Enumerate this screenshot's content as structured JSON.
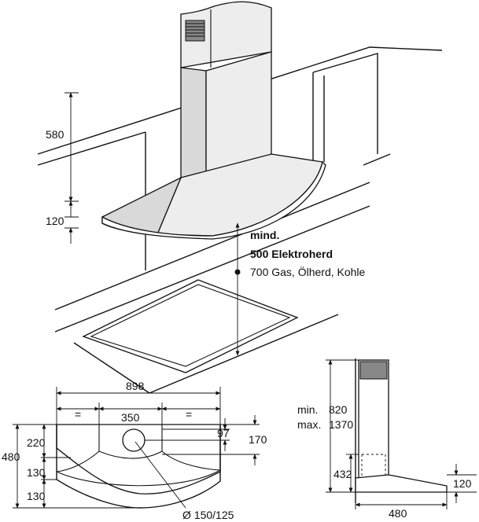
{
  "perspective": {
    "dim_580": "580",
    "dim_120": "120",
    "clearance_line1": "mind.",
    "clearance_line2": "500 Elektroherd",
    "clearance_line3": "700 Gas, Ölherd, Kohle"
  },
  "top_view": {
    "width_898": "898",
    "width_350": "350",
    "eq_left": "=",
    "eq_right": "=",
    "dim_97": "97",
    "dim_170": "170",
    "dim_220": "220",
    "dim_480": "480",
    "dim_130_a": "130",
    "dim_130_b": "130",
    "duct_diameter": "Ø 150/125"
  },
  "side_view": {
    "min_label": "min.",
    "min_value": "820",
    "max_label": "max.",
    "max_value": "1370",
    "dim_432": "432",
    "dim_120": "120",
    "dim_480": "480"
  }
}
